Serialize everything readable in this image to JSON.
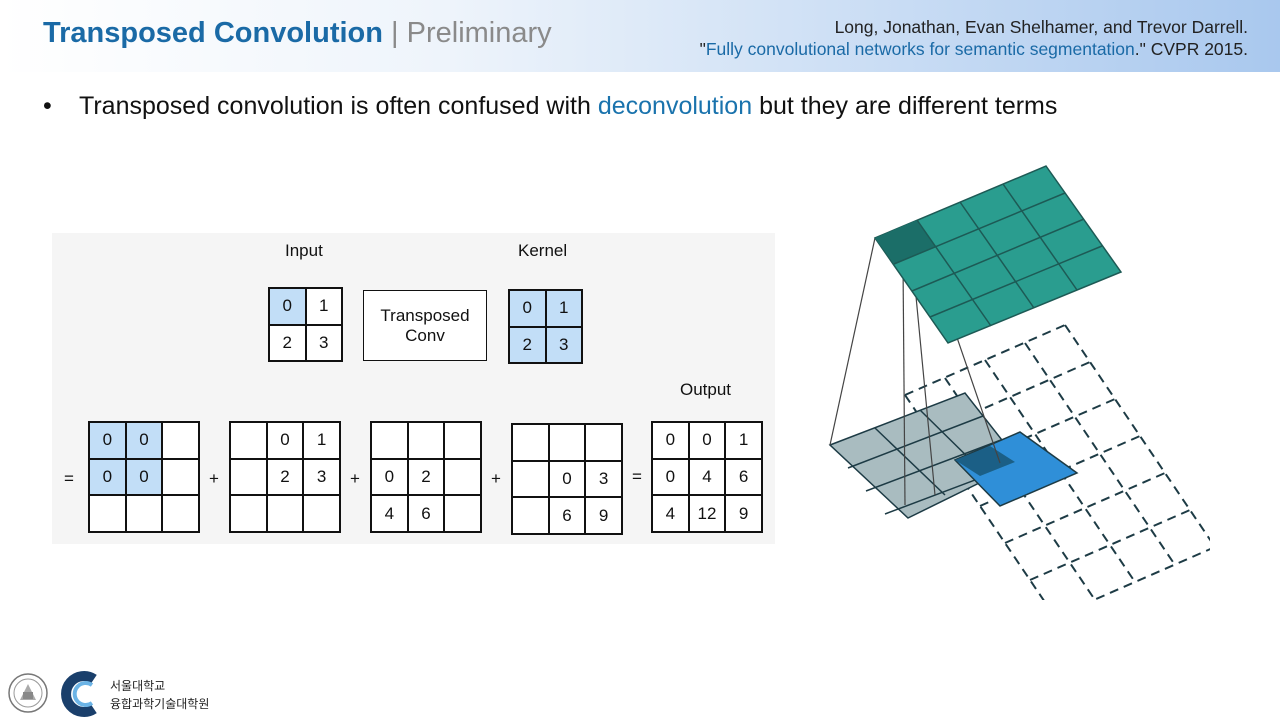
{
  "header": {
    "title_main": "Transposed Convolution",
    "title_sep": " | ",
    "title_sub": "Preliminary",
    "reference_line1": "Long, Jonathan, Evan Shelhamer, and Trevor Darrell.",
    "reference_quote_open": "\"",
    "reference_paper": "Fully convolutional networks for semantic segmentation",
    "reference_tail": ".\" CVPR 2015."
  },
  "bullet": {
    "marker": "•",
    "text_before": "Transposed convolution is often confused with ",
    "highlight": "deconvolution",
    "text_after": " but they are different terms"
  },
  "figure": {
    "input_label": "Input",
    "kernel_label": "Kernel",
    "output_label": "Output",
    "op_label": "Transposed Conv",
    "input": [
      "0",
      "1",
      "2",
      "3"
    ],
    "kernel": [
      "0",
      "1",
      "2",
      "3"
    ],
    "partial1": [
      "0",
      "0",
      "",
      "0",
      "0",
      "",
      "",
      "",
      ""
    ],
    "partial2": [
      "",
      "0",
      "1",
      "",
      "2",
      "3",
      "",
      "",
      ""
    ],
    "partial3": [
      "",
      "",
      "",
      "0",
      "2",
      "",
      "4",
      "6",
      ""
    ],
    "partial4": [
      "",
      "",
      "",
      "",
      "0",
      "3",
      "",
      "6",
      "9"
    ],
    "output": [
      "0",
      "0",
      "1",
      "0",
      "4",
      "6",
      "4",
      "12",
      "9"
    ],
    "eq": "=",
    "plus": "+",
    "highlight_color": "#c2def7"
  },
  "footer": {
    "line1": "서울대학교",
    "line2": "융합과학기술대학원"
  },
  "colors": {
    "title": "#1a6aa6",
    "accent": "#1a73ad",
    "teal": "#2a9d8f",
    "highlight_blue": "#2f8fd8",
    "gray_patch": "#a9bcc0"
  }
}
